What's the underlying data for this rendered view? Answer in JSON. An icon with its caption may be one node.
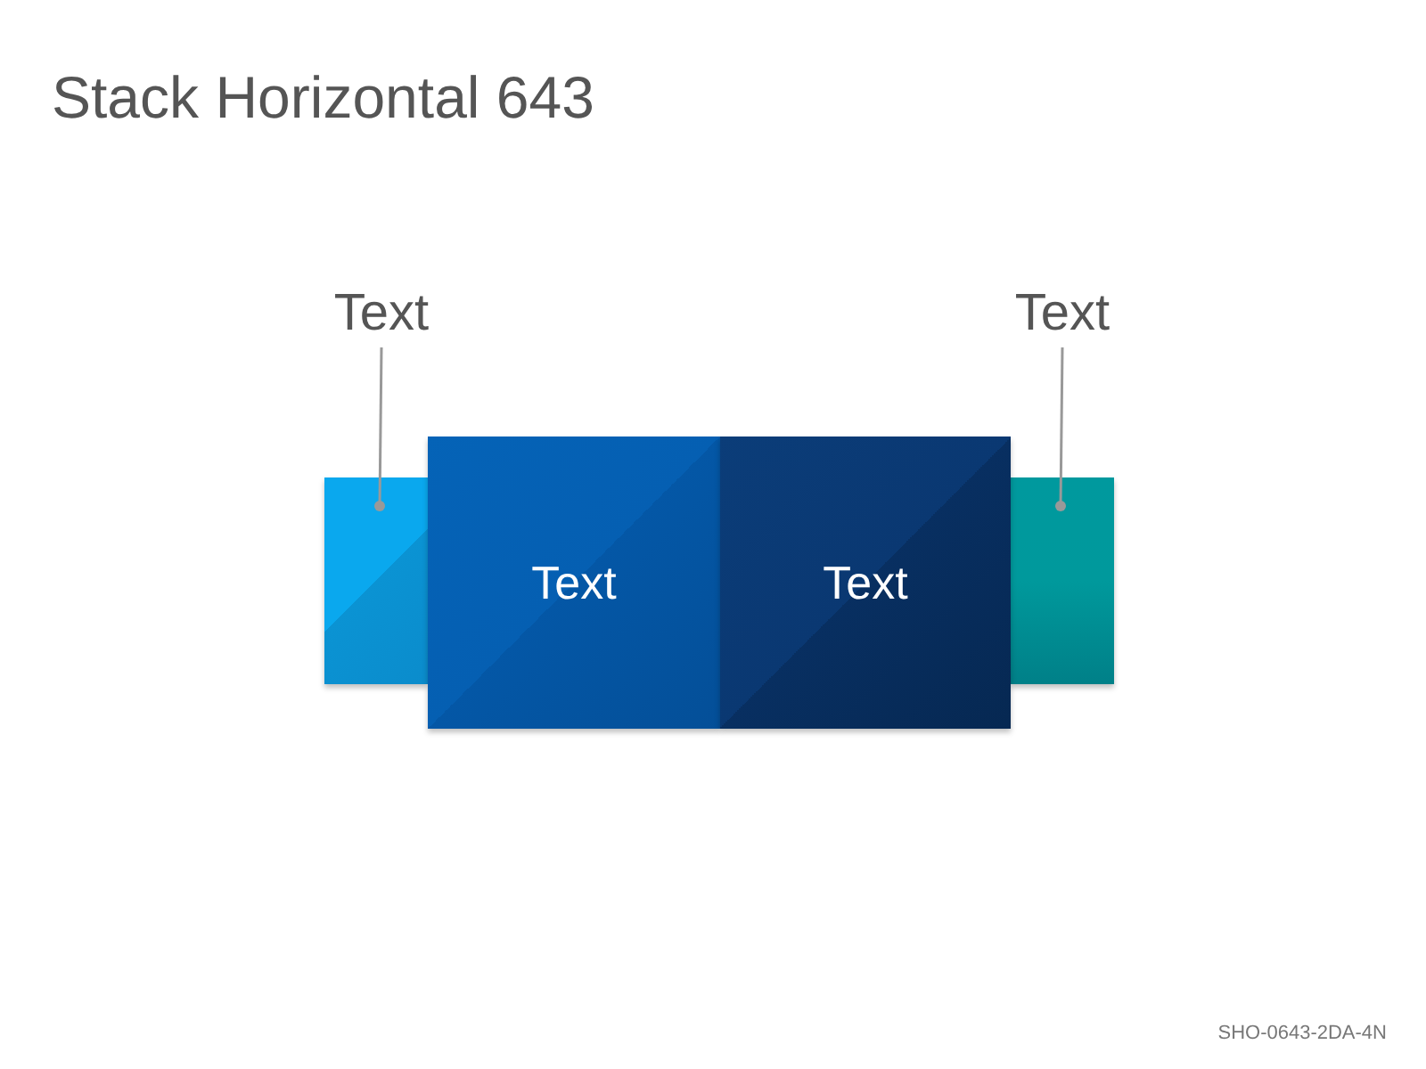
{
  "diagram": {
    "title": "Stack Horizontal 643",
    "nodes": [
      {
        "text": [
          "Text"
        ]
      },
      {
        "text": [
          "Text"
        ]
      },
      {
        "text": [],
        "shape": "box"
      },
      {
        "text": [
          "Text"
        ]
      },
      {
        "text": [
          "Text"
        ]
      },
      {
        "text": [],
        "shape": "box"
      }
    ],
    "edges": [
      {
        "from": 0,
        "to": 2,
        "arrow": "other"
      },
      {
        "from": 1,
        "to": 5,
        "arrow": "other"
      }
    ],
    "labels": [
      "SHO-0643-2DA-4N"
    ]
  }
}
